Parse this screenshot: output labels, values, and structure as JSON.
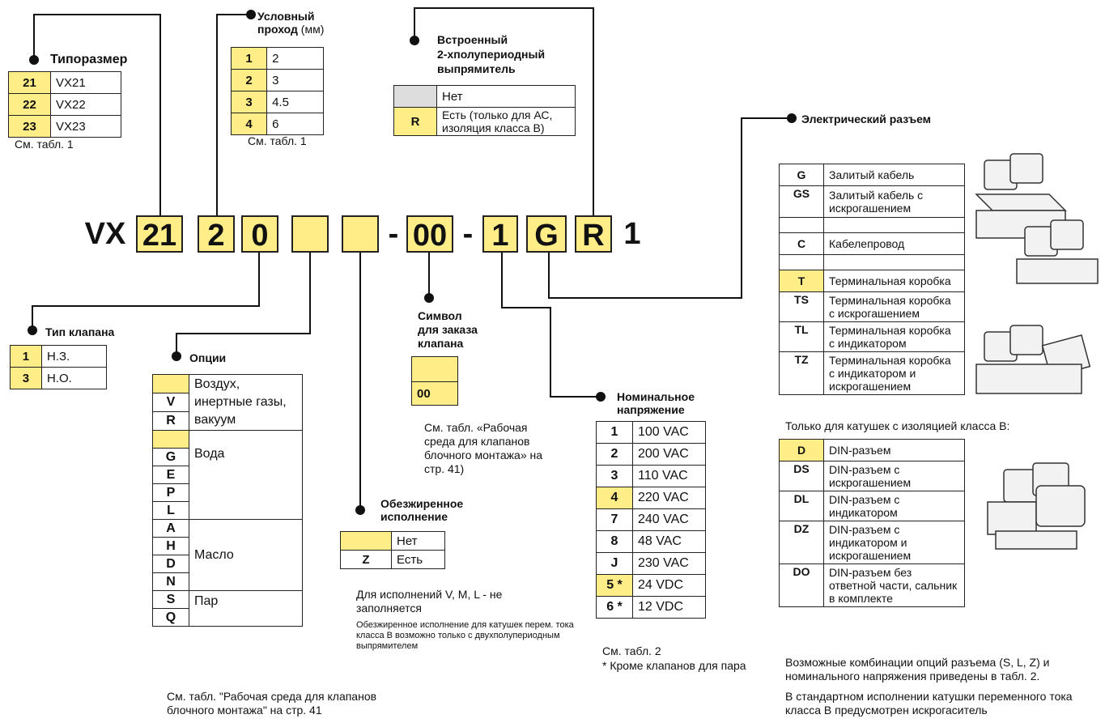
{
  "code": {
    "prefix": "VX",
    "size": "21",
    "orifice": "2",
    "valve_type": "0",
    "dash1": "-",
    "order": "00",
    "dash2": "-",
    "voltage": "1",
    "connector": "G",
    "rectifier": "R",
    "suffix": "1"
  },
  "size_table": {
    "title": "Типоразмер",
    "rows": [
      [
        "21",
        "VX21"
      ],
      [
        "22",
        "VX22"
      ],
      [
        "23",
        "VX23"
      ]
    ],
    "note": "См. табл. 1"
  },
  "orifice_table": {
    "title_bold": "Условный проход",
    "title_unit": "(мм)",
    "rows": [
      [
        "1",
        "2"
      ],
      [
        "2",
        "3"
      ],
      [
        "3",
        "4.5"
      ],
      [
        "4",
        "6"
      ]
    ],
    "note": "См. табл. 1"
  },
  "rectifier_table": {
    "title_l1": "Встроенный",
    "title_l2": "2-хполупериодный",
    "title_l3": "выпрямитель",
    "rows": [
      [
        "",
        "Нет"
      ],
      [
        "R",
        "Есть (только для АС, изоляция класса В)"
      ]
    ]
  },
  "valve_type_table": {
    "title": "Тип клапана",
    "rows": [
      [
        "1",
        "Н.З."
      ],
      [
        "3",
        "Н.О."
      ]
    ]
  },
  "options_table": {
    "title": "Опции",
    "codes": [
      "",
      "V",
      "R",
      "",
      "G",
      "E",
      "P",
      "L",
      "A",
      "H",
      "D",
      "N",
      "S",
      "Q"
    ],
    "groups": [
      "Воздух, инертные газы, вакуум",
      "Вода",
      "Масло",
      "Пар"
    ],
    "note": "См. табл. \"Рабочая среда для клапанов блочного монтажа\" на стр. 41"
  },
  "order_table": {
    "title_l1": "Символ",
    "title_l2": "для заказа",
    "title_l3": "клапана",
    "rows": [
      "",
      "00"
    ],
    "note": "См. табл. «Рабочая среда для клапанов блочного монтажа» на стр. 41)"
  },
  "degreased_table": {
    "title_l1": "Обезжиренное",
    "title_l2": "исполнение",
    "rows": [
      [
        "",
        "Нет"
      ],
      [
        "Z",
        "Есть"
      ]
    ],
    "note1": "Для исполнений V, M, L - не заполняется",
    "note2": "Обезжиренное исполнение для катушек перем. тока класса В возможно только с двухполупериодным выпрямителем"
  },
  "voltage_table": {
    "title_l1": "Номинальное",
    "title_l2": "напряжение",
    "rows": [
      [
        "1",
        "100 VAC"
      ],
      [
        "2",
        "200 VAC"
      ],
      [
        "3",
        "110 VAC"
      ],
      [
        "4",
        "220 VAC"
      ],
      [
        "7",
        "240 VAC"
      ],
      [
        "8",
        "48 VAC"
      ],
      [
        "J",
        "230 VAC"
      ],
      [
        "5 *",
        "24 VDC"
      ],
      [
        "6 *",
        "12 VDC"
      ]
    ],
    "note1": "См. табл. 2",
    "note2": "* Кроме клапанов для пара"
  },
  "connector_table": {
    "title": "Электрический разъем",
    "rows": [
      [
        "G",
        "Залитый кабель"
      ],
      [
        "GS",
        "Залитый кабель с искрогашением"
      ],
      [
        "",
        ""
      ],
      [
        "C",
        "Кабелепровод"
      ],
      [
        "",
        ""
      ],
      [
        "T",
        "Терминальная коробка"
      ],
      [
        "TS",
        "Терминальная коробка с искрогашением"
      ],
      [
        "TL",
        "Терминальная коробка с индикатором"
      ],
      [
        "TZ",
        "Терминальная коробка с индикатором и искрогашением"
      ]
    ],
    "class_b_label": "Только для катушек с изоляцией класса В:",
    "din_rows": [
      [
        "D",
        "DIN-разъем"
      ],
      [
        "DS",
        "DIN-разъем с искрогашением"
      ],
      [
        "DL",
        "DIN-разъем с индикатором"
      ],
      [
        "DZ",
        "DIN-разъем с индикатором и искрогашением"
      ],
      [
        "DO",
        "DIN-разъем без ответной части, сальник в комплекте"
      ]
    ],
    "note1": "Возможные комбинации опций разъема (S, L, Z) и номинального напряжения приведены в табл. 2.",
    "note2": "В стандартном исполнении катушки переменного тока класса В предусмотрен искрогаситель"
  }
}
